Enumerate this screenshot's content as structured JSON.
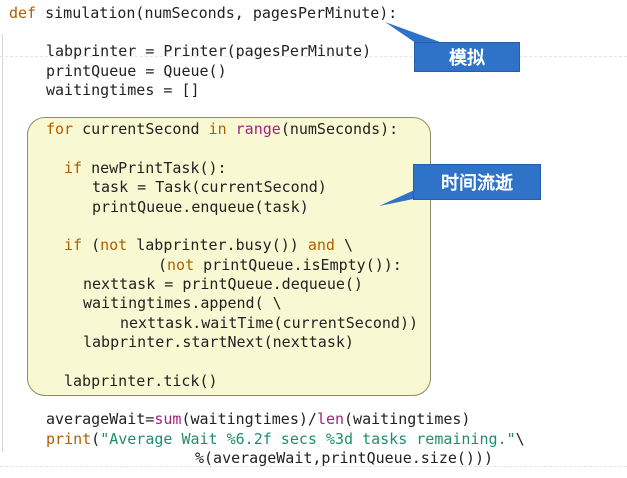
{
  "code": {
    "l1": {
      "kw": "def ",
      "rest": "simulation(numSeconds, pagesPerMinute):"
    },
    "l2": "labprinter = Printer(pagesPerMinute)",
    "l3": "printQueue = Queue()",
    "l4": "waitingtimes = []",
    "l5": {
      "kw1": "for ",
      "a": "currentSecond ",
      "kw2": "in ",
      "bi": "range",
      "b": "(numSeconds):"
    },
    "l6": {
      "kw": "if ",
      "rest": "newPrintTask():"
    },
    "l7": "task = Task(currentSecond)",
    "l8": "printQueue.enqueue(task)",
    "l9": {
      "kw1": "if ",
      "a": "(",
      "kw2": "not ",
      "b": "labprinter.busy()) ",
      "kw3": "and ",
      "c": "\\"
    },
    "l10": {
      "a": "(",
      "kw": "not ",
      "b": "printQueue.isEmpty()):"
    },
    "l11": "nexttask = printQueue.dequeue()",
    "l12": "waitingtimes.append( \\",
    "l13": "nexttask.waitTime(currentSecond))",
    "l14": "labprinter.startNext(nexttask)",
    "l15": "labprinter.tick()",
    "l16": {
      "a": "averageWait=",
      "bi1": "sum",
      "b": "(waitingtimes)/",
      "bi2": "len",
      "c": "(waitingtimes)"
    },
    "l17": {
      "kw": "print",
      "a": "(",
      "str": "\"Average Wait %6.2f secs %3d tasks remaining.\"",
      "b": "\\"
    },
    "l18": "%(averageWait,printQueue.size()))"
  },
  "callouts": {
    "simulate": "模拟",
    "time_passes": "时间流逝"
  },
  "colors": {
    "keyword": "#b25e00",
    "builtin": "#a4217c",
    "string": "#1f8f6a",
    "callout_bg": "#2f73c9",
    "highlight_bg": "#f8f9d3"
  }
}
